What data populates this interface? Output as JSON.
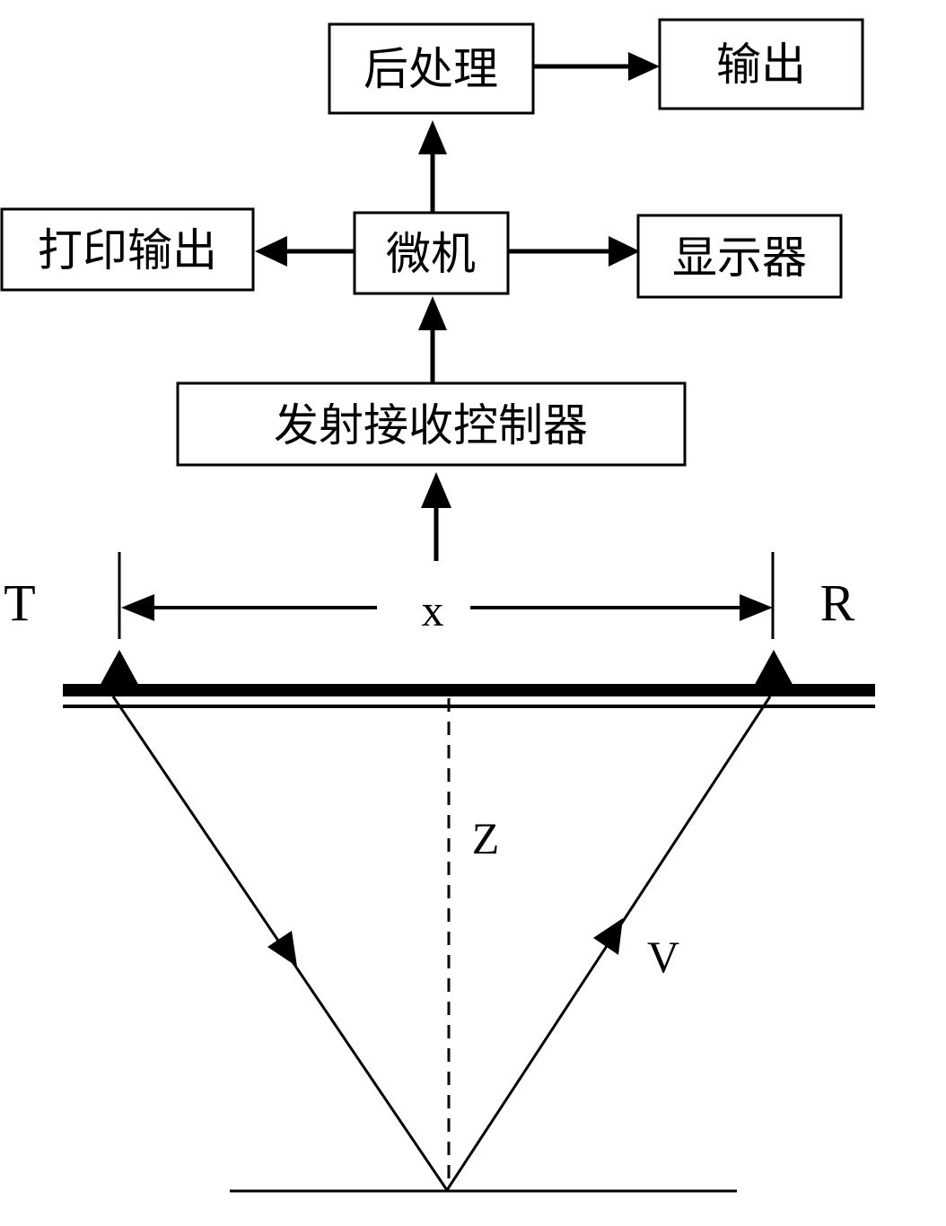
{
  "boxes": {
    "post_processing": "后处理",
    "output": "输出",
    "print_output": "打印输出",
    "microcomputer": "微机",
    "display": "显示器",
    "tx_rx_controller": "发射接收控制器"
  },
  "labels": {
    "transmitter": "T",
    "receiver": "R",
    "distance": "x",
    "depth": "Z",
    "velocity": "V"
  },
  "colors": {
    "stroke": "#000000",
    "background": "#ffffff"
  }
}
